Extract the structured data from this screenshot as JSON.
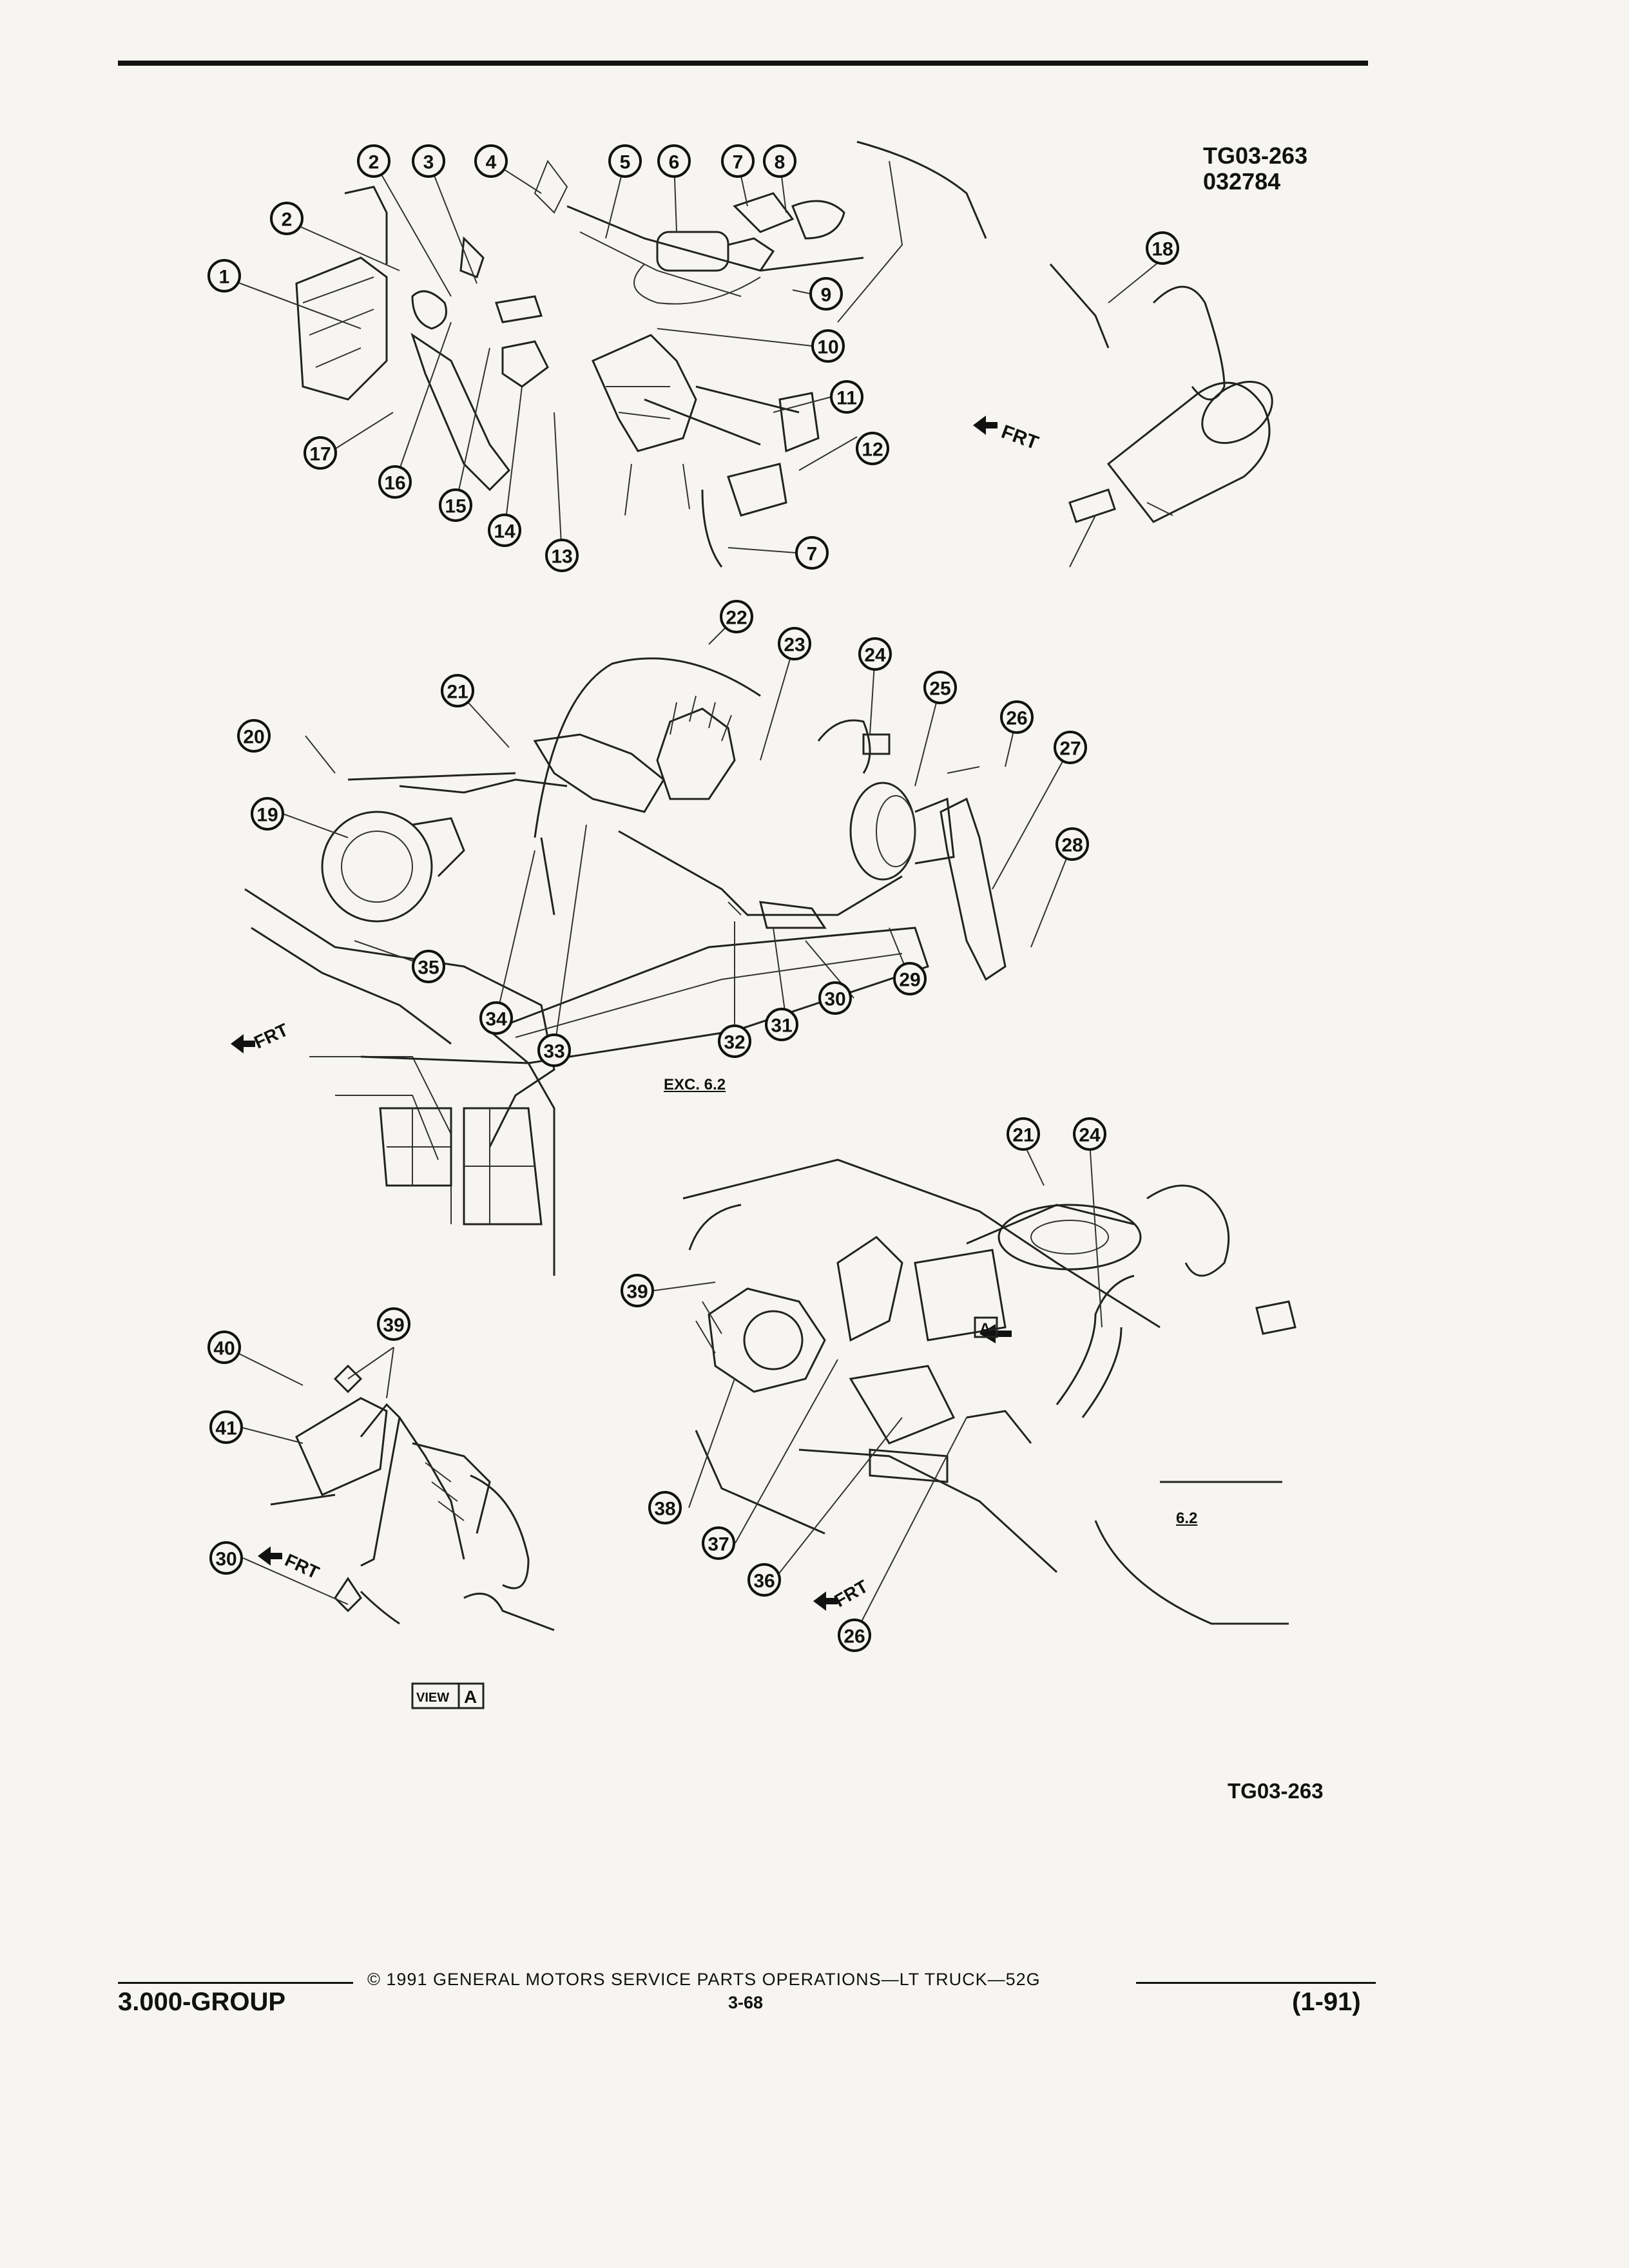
{
  "figure_refs": {
    "top_id": "TG03-263",
    "top_date": "032784",
    "bottom_id": "TG03-263"
  },
  "section_labels": {
    "exc": "EXC. 6.2",
    "v62": "6.2"
  },
  "direction_label": "FRT",
  "view_label": {
    "view": "VIEW",
    "letter": "A"
  },
  "view_marker_letter": "A",
  "footer": {
    "copyright": "© 1991 GENERAL MOTORS SERVICE PARTS OPERATIONS—LT TRUCK—52G",
    "group": "3.000-GROUP",
    "page": "3-68",
    "revision": "(1-91)"
  },
  "callouts": [
    "1",
    "2",
    "3",
    "4",
    "5",
    "6",
    "7",
    "8",
    "9",
    "10",
    "11",
    "12",
    "13",
    "14",
    "15",
    "16",
    "17",
    "18",
    "19",
    "20",
    "21",
    "22",
    "23",
    "24",
    "25",
    "26",
    "27",
    "28",
    "29",
    "30",
    "31",
    "32",
    "33",
    "34",
    "35",
    "36",
    "37",
    "38",
    "39",
    "40",
    "41"
  ]
}
